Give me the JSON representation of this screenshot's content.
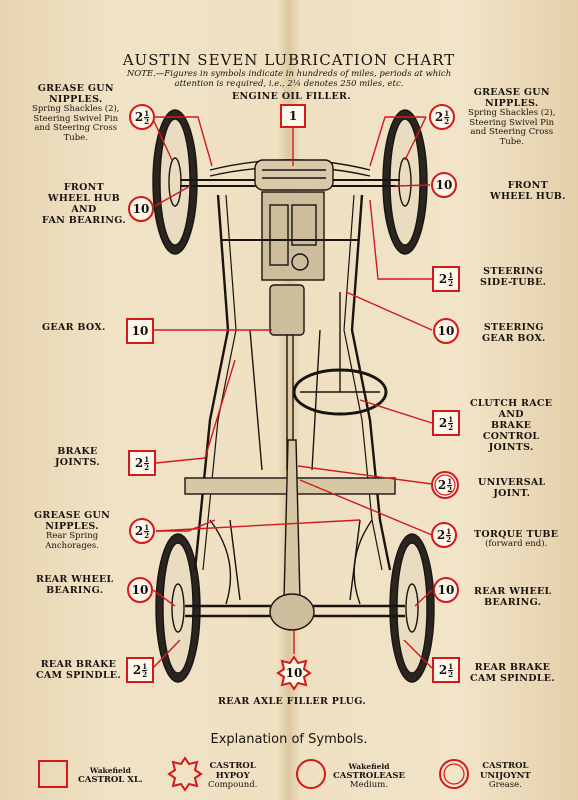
{
  "title": "AUSTIN SEVEN LUBRICATION CHART",
  "note": "NOTE.—Figures in symbols indicate in hundreds of miles, periods at which\nattention is required, i.e., 2¼ denotes 250 miles, etc.",
  "labels": {
    "engine_oil_filler": "ENGINE OIL FILLER.",
    "grease_gun_front_left": "GREASE GUN\nNIPPLES.",
    "grease_gun_front_left_sub": "Spring Shackles (2),\nSteering Swivel Pin\nand Steering Cross\nTube.",
    "grease_gun_front_right": "GREASE GUN\nNIPPLES.",
    "grease_gun_front_right_sub": "Spring Shackles (2),\nSteering Swivel Pin\nand Steering Cross\nTube.",
    "front_wheel_hub_fan": "FRONT\nWHEEL HUB\nAND\nFAN BEARING.",
    "front_wheel_hub": "FRONT\nWHEEL HUB.",
    "steering_side_tube": "STEERING\nSIDE-TUBE.",
    "gear_box": "GEAR BOX.",
    "steering_gear_box": "STEERING\nGEAR BOX.",
    "clutch_race": "CLUTCH RACE\nAND\nBRAKE\nCONTROL\nJOINTS.",
    "brake_joints": "BRAKE\nJOINTS.",
    "universal_joint": "UNIVERSAL\nJOINT.",
    "grease_gun_rear": "GREASE GUN\nNIPPLES.",
    "grease_gun_rear_sub": "Rear Spring\nAnchorages.",
    "torque_tube": "TORQUE TUBE",
    "torque_tube_sub": "(forward end).",
    "rear_wheel_bearing_left": "REAR WHEEL\nBEARING.",
    "rear_wheel_bearing_right": "REAR WHEEL\nBEARING.",
    "rear_brake_cam_left": "REAR BRAKE\nCAM SPINDLE.",
    "rear_brake_cam_right": "REAR BRAKE\nCAM SPINDLE.",
    "rear_axle_filler": "REAR AXLE FILLER PLUG."
  },
  "symbols": {
    "engine": "1",
    "ten": "10",
    "two_whole": "2",
    "two_num": "1",
    "two_den": "2"
  },
  "legend": {
    "title": "Explanation of Symbols.",
    "items": [
      {
        "brand": "Wakefield",
        "name": "CASTROL XL.",
        "desc": ""
      },
      {
        "brand": "CASTROL",
        "name": "HYPOY",
        "desc": "Compound."
      },
      {
        "brand": "Wakefield",
        "name": "CASTROLEASE",
        "desc": "Medium."
      },
      {
        "brand": "CASTROL",
        "name": "UNIJOYNT",
        "desc": "Grease."
      }
    ]
  },
  "colors": {
    "symbol_red": "#d21a1a",
    "ink": "#1a1410",
    "paper": "#efe0c2"
  }
}
